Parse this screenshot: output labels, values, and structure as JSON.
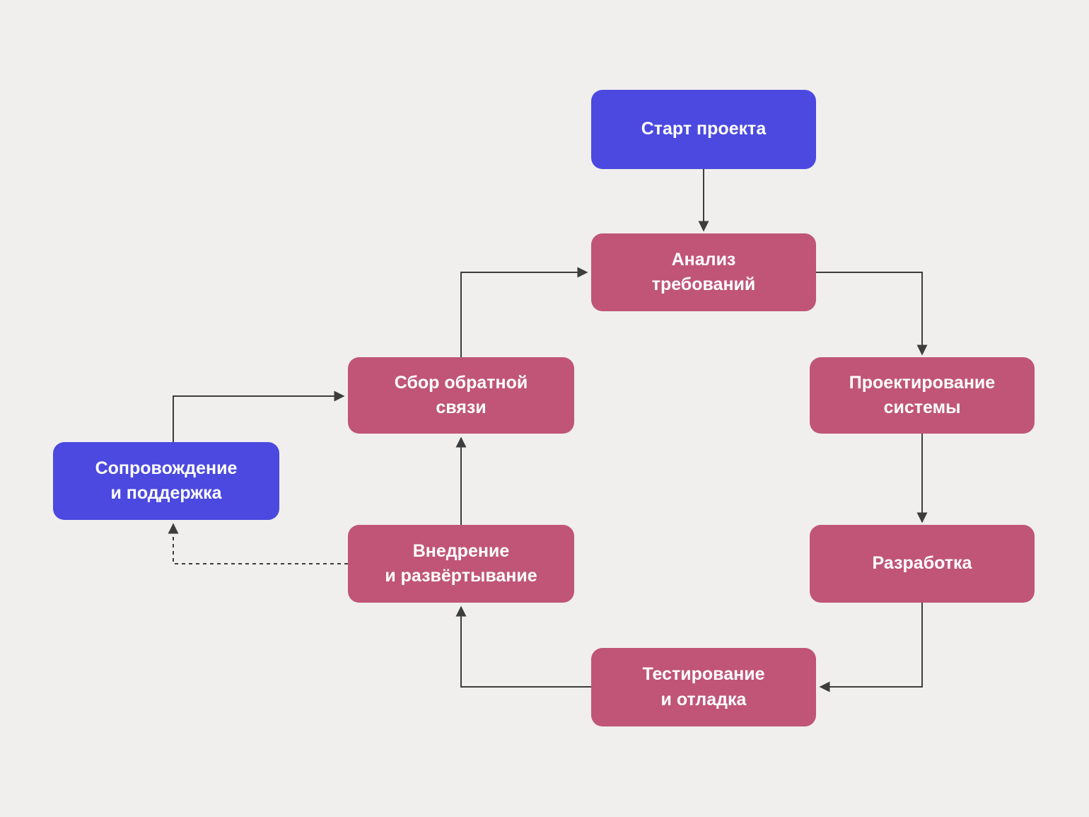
{
  "diagram": {
    "type": "flowchart",
    "language": "ru",
    "background_color": "#f0efed",
    "edge_color": "#3d3d3d",
    "node_colors": {
      "milestone_blue": "#4b49e0",
      "process_pink": "#c05578"
    },
    "nodes": {
      "start": {
        "label": "Старт проекта",
        "kind": "milestone",
        "color": "#4b49e0"
      },
      "analysis": {
        "label": "Анализ\nтребований",
        "kind": "process",
        "color": "#c05578"
      },
      "design": {
        "label": "Проектирование\nсистемы",
        "kind": "process",
        "color": "#c05578"
      },
      "development": {
        "label": "Разработка",
        "kind": "process",
        "color": "#c05578"
      },
      "testing": {
        "label": "Тестирование\nи отладка",
        "kind": "process",
        "color": "#c05578"
      },
      "deployment": {
        "label": "Внедрение\nи развёртывание",
        "kind": "process",
        "color": "#c05578"
      },
      "feedback": {
        "label": "Сбор обратной\nсвязи",
        "kind": "process",
        "color": "#c05578"
      },
      "support": {
        "label": "Сопровождение\nи поддержка",
        "kind": "milestone",
        "color": "#4b49e0"
      }
    },
    "edges": [
      {
        "from": "start",
        "to": "analysis",
        "style": "solid"
      },
      {
        "from": "analysis",
        "to": "design",
        "style": "solid"
      },
      {
        "from": "design",
        "to": "development",
        "style": "solid"
      },
      {
        "from": "development",
        "to": "testing",
        "style": "solid"
      },
      {
        "from": "testing",
        "to": "deployment",
        "style": "solid"
      },
      {
        "from": "deployment",
        "to": "feedback",
        "style": "solid"
      },
      {
        "from": "feedback",
        "to": "analysis",
        "style": "solid"
      },
      {
        "from": "support",
        "to": "feedback",
        "style": "solid"
      },
      {
        "from": "deployment",
        "to": "support",
        "style": "dashed"
      }
    ]
  }
}
